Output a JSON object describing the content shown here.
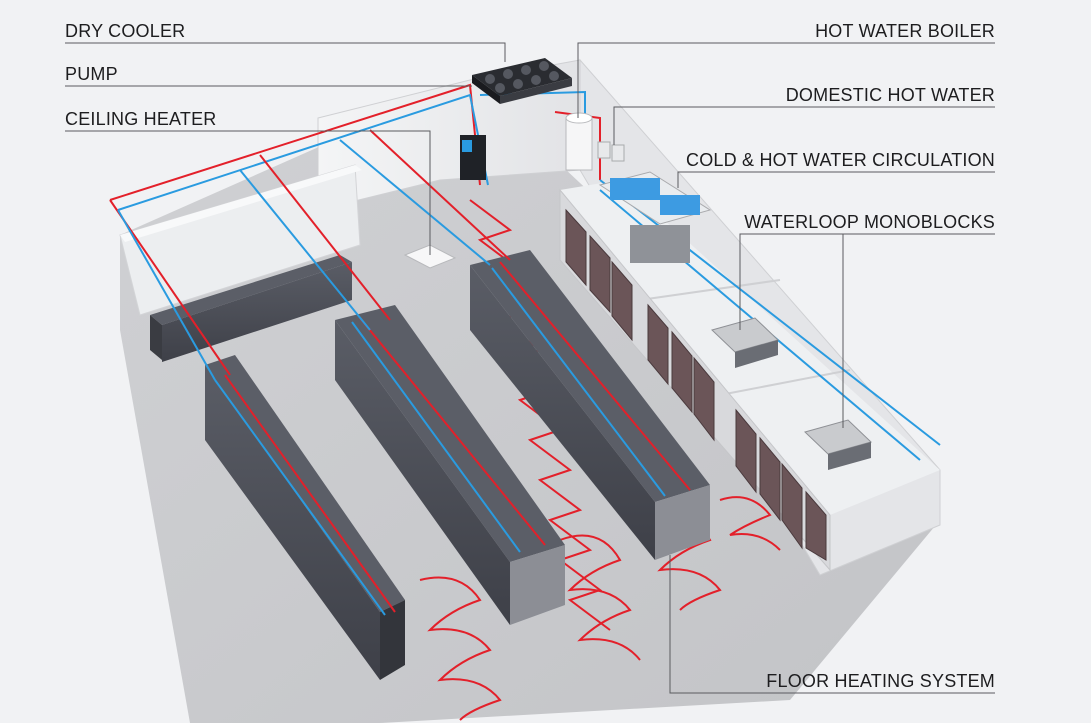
{
  "labels": {
    "dry_cooler": "DRY COOLER",
    "pump": "PUMP",
    "ceiling_heater": "CEILING HEATER",
    "hot_water_boiler": "HOT WATER BOILER",
    "domestic_hot_water": "DOMESTIC HOT WATER",
    "circulation": "COLD & HOT WATER CIRCULATION",
    "monoblocks": "WATERLOOP MONOBLOCKS",
    "floor_heating": "FLOOR HEATING SYSTEM"
  },
  "colors": {
    "background": "#f1f2f4",
    "hot_pipe": "#e3202a",
    "cold_pipe": "#2a9be0",
    "rack": "#4a4d55",
    "floor": "#c9cacd",
    "wall": "#e6e7e9"
  }
}
